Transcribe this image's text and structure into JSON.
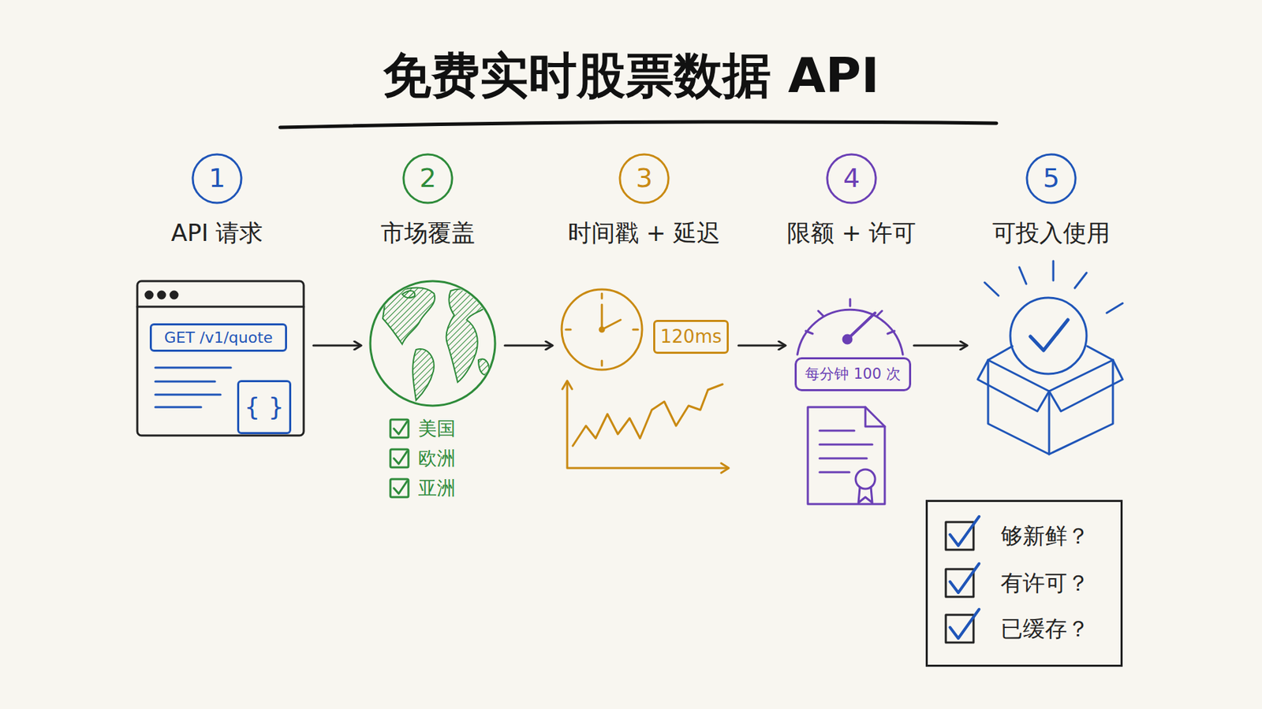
{
  "diagram": {
    "title": "免费实时股票数据 API",
    "nodes": [
      {
        "text": [
          "API 请求"
        ]
      },
      {
        "text": [
          "GET /v1/quote"
        ],
        "in": 0
      },
      {
        "text": [
          "{ }"
        ],
        "in": 0
      },
      {
        "text": [
          "市场覆盖"
        ]
      },
      {
        "text": [
          "时间戳 + 延迟"
        ]
      },
      {
        "text": [
          "120ms"
        ]
      },
      {
        "text": [
          "限额 + 许可"
        ]
      },
      {
        "text": [
          "每分钟 100 次"
        ]
      },
      {
        "text": [
          "可投入使用"
        ]
      },
      {
        "text": [
          "够新鲜？",
          "有许可？",
          "已缓存？"
        ]
      }
    ],
    "edges": [
      {
        "from": 0,
        "to": 3,
        "arrow": "to"
      },
      {
        "from": 3,
        "to": 4,
        "arrow": "to"
      },
      {
        "from": 4,
        "to": 6,
        "arrow": "to"
      },
      {
        "from": 6,
        "to": 8,
        "arrow": "to"
      }
    ],
    "labels": [
      "1",
      "2",
      "3",
      "4",
      "5",
      "美国",
      "欧洲",
      "亚洲"
    ]
  }
}
